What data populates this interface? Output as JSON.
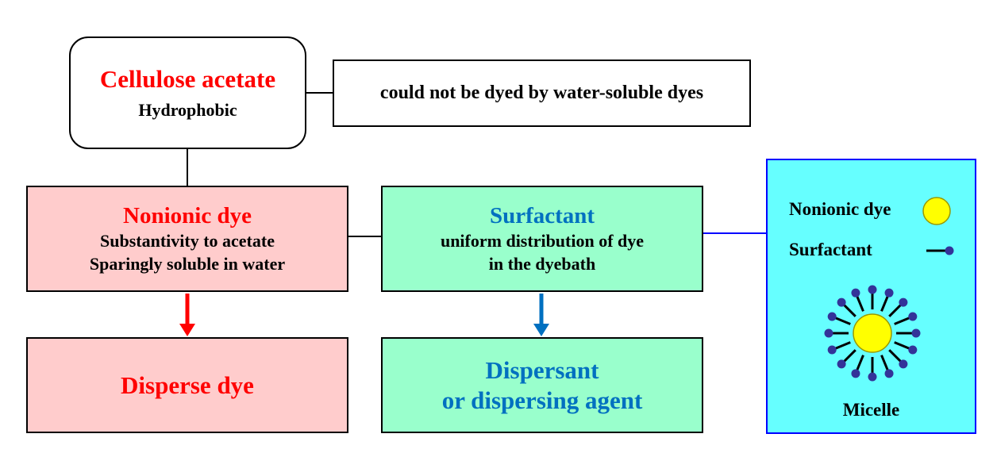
{
  "cellulose": {
    "title": "Cellulose acetate",
    "subtitle": "Hydrophobic"
  },
  "note": {
    "text": "could not be dyed by water-soluble dyes"
  },
  "nonionic": {
    "title": "Nonionic dye",
    "line1": "Substantivity to acetate",
    "line2": "Sparingly soluble in water"
  },
  "surfactant": {
    "title": "Surfactant",
    "line1": "uniform distribution of dye",
    "line2": "in the dyebath"
  },
  "disperse": {
    "title": "Disperse dye"
  },
  "dispersant": {
    "line1": "Dispersant",
    "line2": "or dispersing agent"
  },
  "legend": {
    "dye_label": "Nonionic dye",
    "surfactant_label": "Surfactant",
    "micelle_label": "Micelle"
  },
  "colors": {
    "red": "#ff0000",
    "blue": "#0070c0",
    "pink": "#ffcccc",
    "mint": "#99ffcc",
    "cyan": "#66ffff",
    "yellow": "#ffff00",
    "navy": "#333399"
  }
}
